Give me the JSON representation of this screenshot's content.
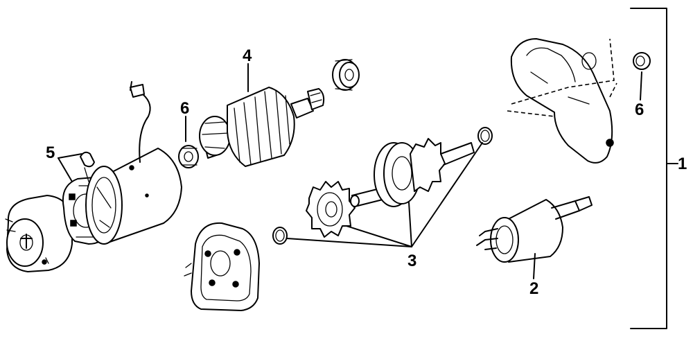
{
  "callouts": {
    "assembly": "1",
    "solenoid": "2",
    "drive_set": "3",
    "armature": "4",
    "brush_plate": "5",
    "bearing_left": "6",
    "bearing_right": "6"
  }
}
